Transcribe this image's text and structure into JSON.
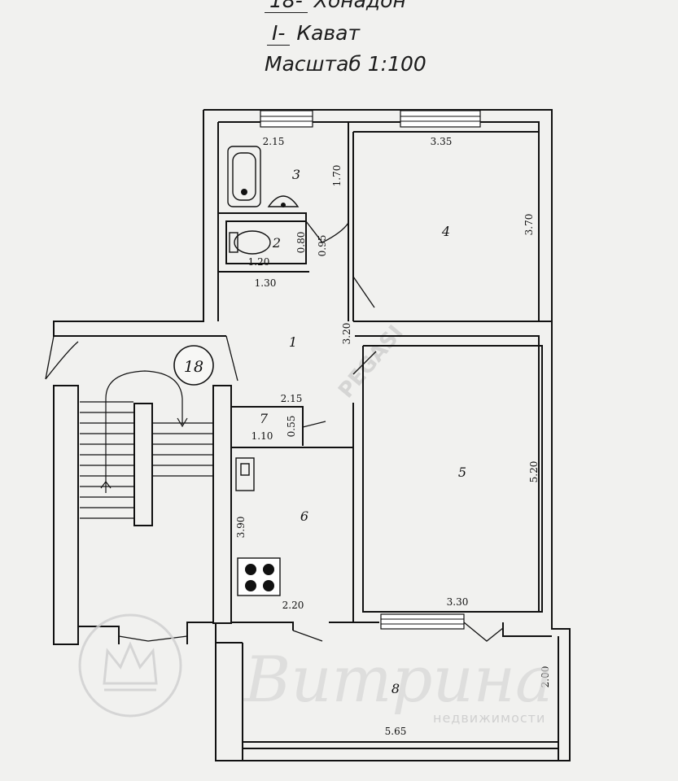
{
  "header": {
    "apartment_number": "18-",
    "apartment_word": "Хонадон",
    "floor_number": "I-",
    "floor_word": "Кават",
    "scale": "Масштаб 1:100"
  },
  "entrance_number": "18",
  "rooms": [
    {
      "id": "1",
      "label": "1"
    },
    {
      "id": "2",
      "label": "2"
    },
    {
      "id": "3",
      "label": "3"
    },
    {
      "id": "4",
      "label": "4"
    },
    {
      "id": "5",
      "label": "5"
    },
    {
      "id": "6",
      "label": "6"
    },
    {
      "id": "7",
      "label": "7"
    },
    {
      "id": "8",
      "label": "8"
    }
  ],
  "dimensions": {
    "room3_width": "2.15",
    "room3_length": "1.70",
    "room2_width": "1.20",
    "room2_length": "0.80",
    "room2_door": "0.95",
    "corridor_width": "1.30",
    "room1_length": "3.20",
    "room4_width": "3.35",
    "room4_length": "3.70",
    "room7_width": "2.15",
    "room7_inner_width": "1.10",
    "room7_length": "0.55",
    "room5_length": "5.20",
    "room5_width": "3.30",
    "room6_length": "3.90",
    "room6_width": "2.20",
    "room8_length": "2.00",
    "room8_width": "5.65"
  },
  "watermarks": {
    "pegasi": "PEGASI",
    "brand": "Витрина",
    "brand_sub": "недвижимости"
  }
}
